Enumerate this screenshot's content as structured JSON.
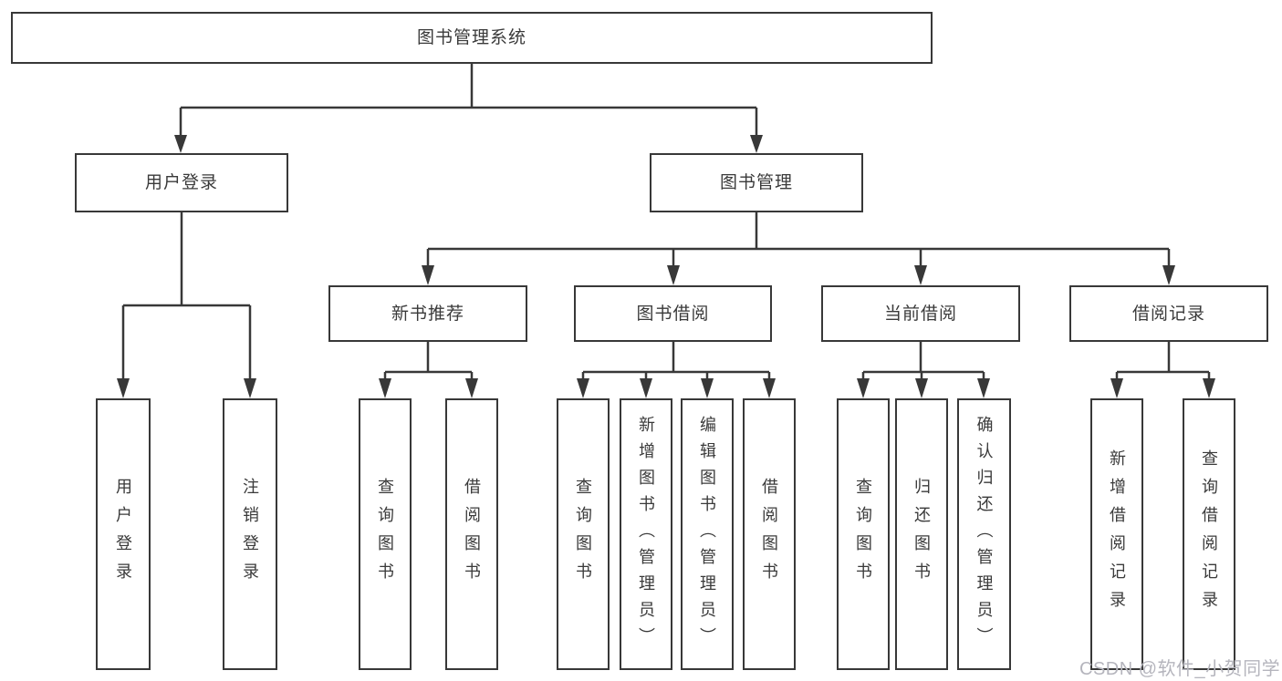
{
  "diagram": {
    "type": "tree",
    "direction": "top-down",
    "nodes": {
      "root": "图书管理系统",
      "level2": {
        "user_login": "用户登录",
        "book_mgmt": "图书管理"
      },
      "level3": {
        "new_books": "新书推荐",
        "book_borrow": "图书借阅",
        "current_borrow": "当前借阅",
        "borrow_records": "借阅记录"
      },
      "leaves": {
        "user_login": [
          "用户登录",
          "注销登录"
        ],
        "new_books": [
          "查询图书",
          "借阅图书"
        ],
        "book_borrow": [
          "查询图书",
          "新增图书（管理员）",
          "编辑图书（管理员）",
          "借阅图书"
        ],
        "current_borrow": [
          "查询图书",
          "归还图书",
          "确认归还（管理员）"
        ],
        "borrow_records": [
          "新增借阅记录",
          "查询借阅记录"
        ]
      }
    },
    "edges": [
      "图书管理系统 -> 用户登录",
      "图书管理系统 -> 图书管理",
      "用户登录 -> 用户登录",
      "用户登录 -> 注销登录",
      "图书管理 -> 新书推荐",
      "图书管理 -> 图书借阅",
      "图书管理 -> 当前借阅",
      "图书管理 -> 借阅记录",
      "新书推荐 -> 查询图书",
      "新书推荐 -> 借阅图书",
      "图书借阅 -> 查询图书",
      "图书借阅 -> 新增图书（管理员）",
      "图书借阅 -> 编辑图书（管理员）",
      "图书借阅 -> 借阅图书",
      "当前借阅 -> 查询图书",
      "当前借阅 -> 归还图书",
      "当前借阅 -> 确认归还（管理员）",
      "借阅记录 -> 新增借阅记录",
      "借阅记录 -> 查询借阅记录"
    ],
    "colors": {
      "line": "#383838",
      "box_border": "#383838",
      "box_fill": "#ffffff",
      "text": "#3a3a3a",
      "watermark": "#b5b5bd"
    }
  },
  "watermark": {
    "text": "CSDN @软件_小贺同学"
  }
}
